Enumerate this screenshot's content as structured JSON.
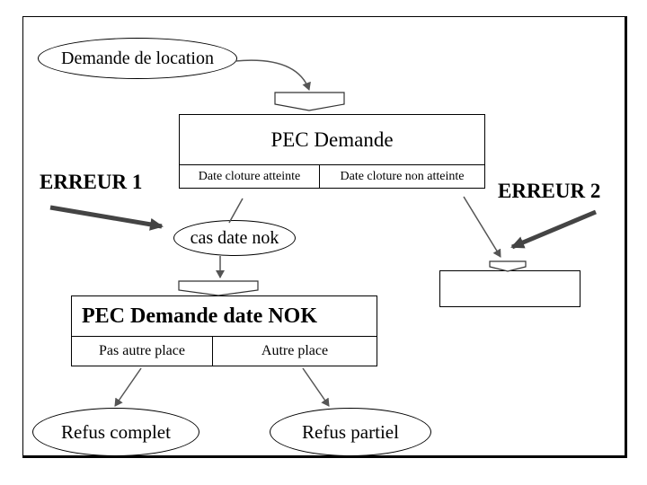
{
  "nodes": {
    "demande_location": "Demande de location",
    "pec_demande": {
      "title": "PEC Demande",
      "left_cell": "Date cloture atteinte",
      "right_cell": "Date cloture non atteinte"
    },
    "cas_date_nok": "cas date nok",
    "pec_demande_date_nok": {
      "title": "PEC Demande date NOK",
      "left_cell": "Pas autre place",
      "right_cell": "Autre place"
    },
    "refus_complet": "Refus complet",
    "refus_partiel": "Refus partiel"
  },
  "errors": {
    "erreur_1": "ERREUR 1",
    "erreur_2": "ERREUR 2"
  },
  "colors": {
    "stroke": "#000000",
    "error_arrow": "#444444",
    "connector": "#555555"
  }
}
